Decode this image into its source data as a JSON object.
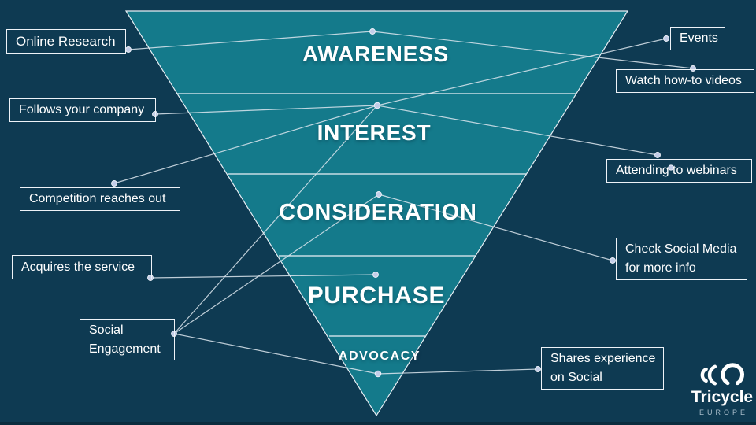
{
  "slide": {
    "background_color": "#0e3a52",
    "funnel_color": "#147a8b",
    "line_color": "#dde7ef",
    "dot_color": "#c3cde8",
    "footer_bar_color": "#0b2c3e"
  },
  "funnel": {
    "stages": [
      {
        "label": "AWARENESS"
      },
      {
        "label": "INTEREST"
      },
      {
        "label": "CONSIDERATION"
      },
      {
        "label": "PURCHASE"
      },
      {
        "label": "ADVOCACY"
      }
    ]
  },
  "callouts": [
    {
      "id": "online-research",
      "text": "Online Research"
    },
    {
      "id": "follows-company",
      "text": "Follows your company"
    },
    {
      "id": "competition-reaches-out",
      "text": "Competition reaches out"
    },
    {
      "id": "acquires-service",
      "text": "Acquires the service"
    },
    {
      "id": "social-engagement",
      "text": "Social\nEngagement"
    },
    {
      "id": "events",
      "text": "Events"
    },
    {
      "id": "watch-howto-videos",
      "text": "Watch how-to videos"
    },
    {
      "id": "attending-webinars",
      "text": "Attending to webinars"
    },
    {
      "id": "check-social-media",
      "text": "Check Social Media\nfor more info"
    },
    {
      "id": "shares-experience",
      "text": "Shares experience\non Social"
    }
  ],
  "logo": {
    "brand": "Tricycle",
    "region": "EUROPE",
    "icon": "tricycle-arcs-icon"
  }
}
